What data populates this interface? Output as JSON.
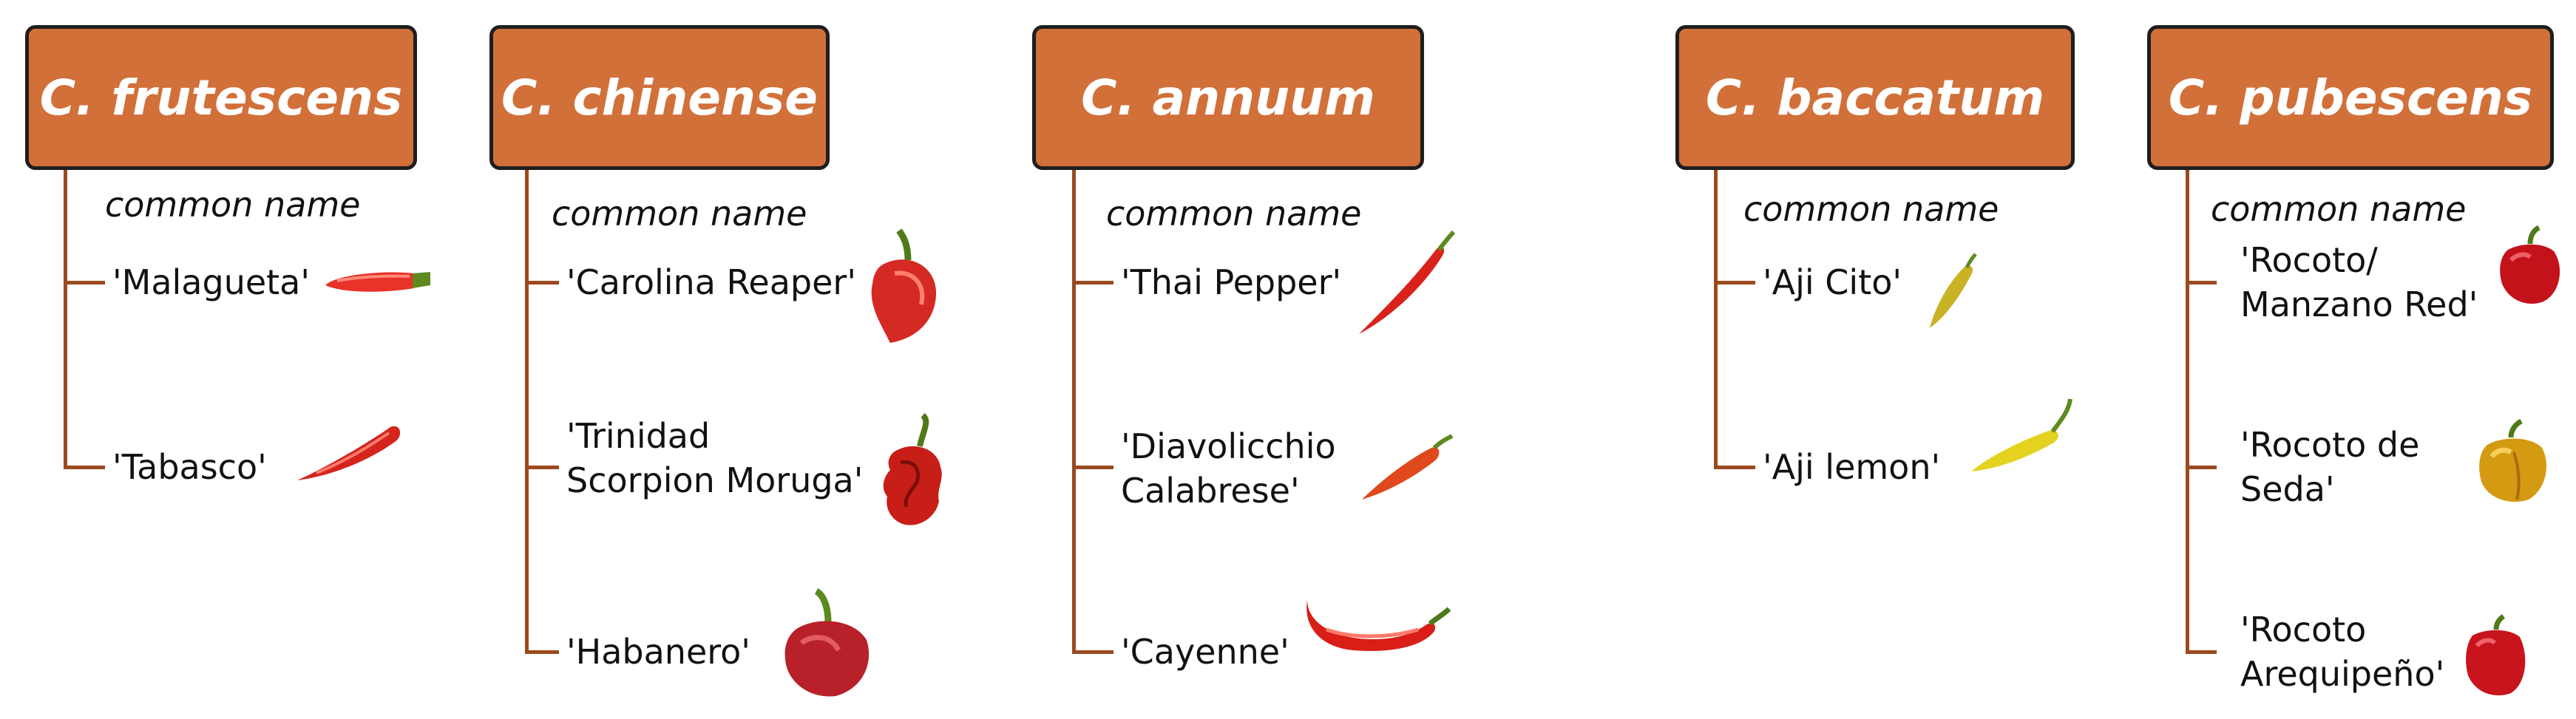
{
  "common_name_label": "common name",
  "species": [
    {
      "name": "C. frutescens",
      "cultivars": [
        "'Malagueta'",
        "'Tabasco'"
      ]
    },
    {
      "name": "C. chinense",
      "cultivars": [
        "'Carolina Reaper'",
        "'Trinidad\nScorpion Moruga'",
        "'Habanero'"
      ]
    },
    {
      "name": "C. annuum",
      "cultivars": [
        "'Thai Pepper'",
        "'Diavolicchio\nCalabrese'",
        "'Cayenne'"
      ]
    },
    {
      "name": "C. baccatum",
      "cultivars": [
        "'Aji Cito'",
        "'Aji lemon'"
      ]
    },
    {
      "name": "C. pubescens",
      "cultivars": [
        "'Rocoto/\nManzano Red'",
        "'Rocoto de\nSeda'",
        "'Rocoto\nArequipeño'"
      ]
    }
  ],
  "colors": {
    "box_fill": "#D2703A",
    "box_border": "#1e1e1e",
    "line": "#9A4A1E",
    "box_text": "#ffffff"
  }
}
